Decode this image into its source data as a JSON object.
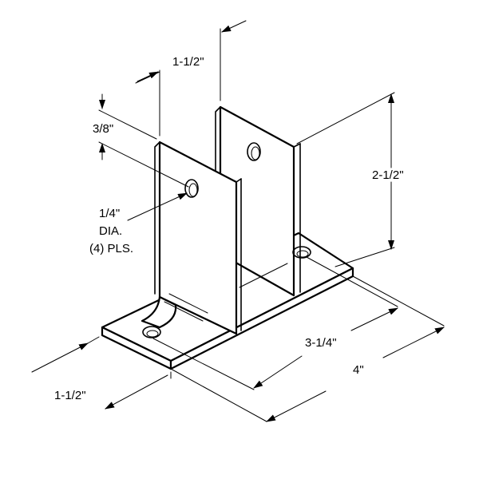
{
  "dimensions": {
    "flange_width": "1-1/2\"",
    "upright_spacing": "1-1/2\"",
    "hole_edge": "3/8\"",
    "height": "2-1/2\"",
    "hole_spacing": "3-1/4\"",
    "length": "4\""
  },
  "hole_note": {
    "line1": "1/4\"",
    "line2": "DIA.",
    "line3": "(4) PLS."
  },
  "colors": {
    "line": "#000000",
    "background": "#ffffff"
  }
}
